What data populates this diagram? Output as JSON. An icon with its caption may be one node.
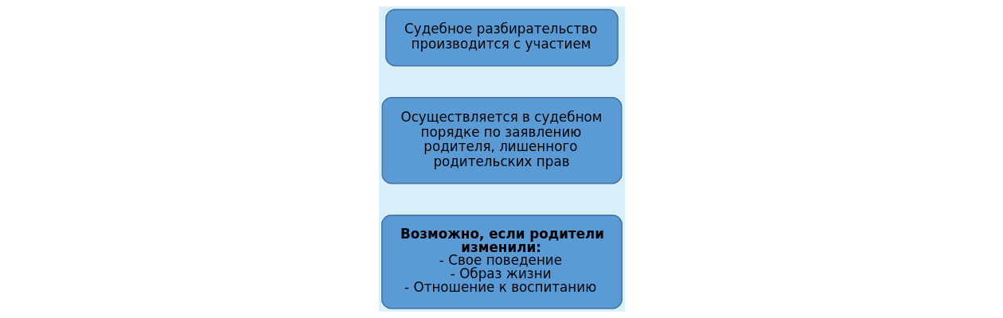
{
  "diagram": {
    "nodes": [
      {
        "text": [
          "Возможно, если родители изменили:",
          "- Свое поведение",
          "- Образ жизни",
          "- Отношение к воспитанию"
        ]
      },
      {
        "text": [
          "Осуществляется в судебном порядке по заявлению родителя, лишенного родительских прав"
        ]
      },
      {
        "text": [
          "Судебное разбирательство производится с участием"
        ]
      }
    ],
    "edges": []
  }
}
